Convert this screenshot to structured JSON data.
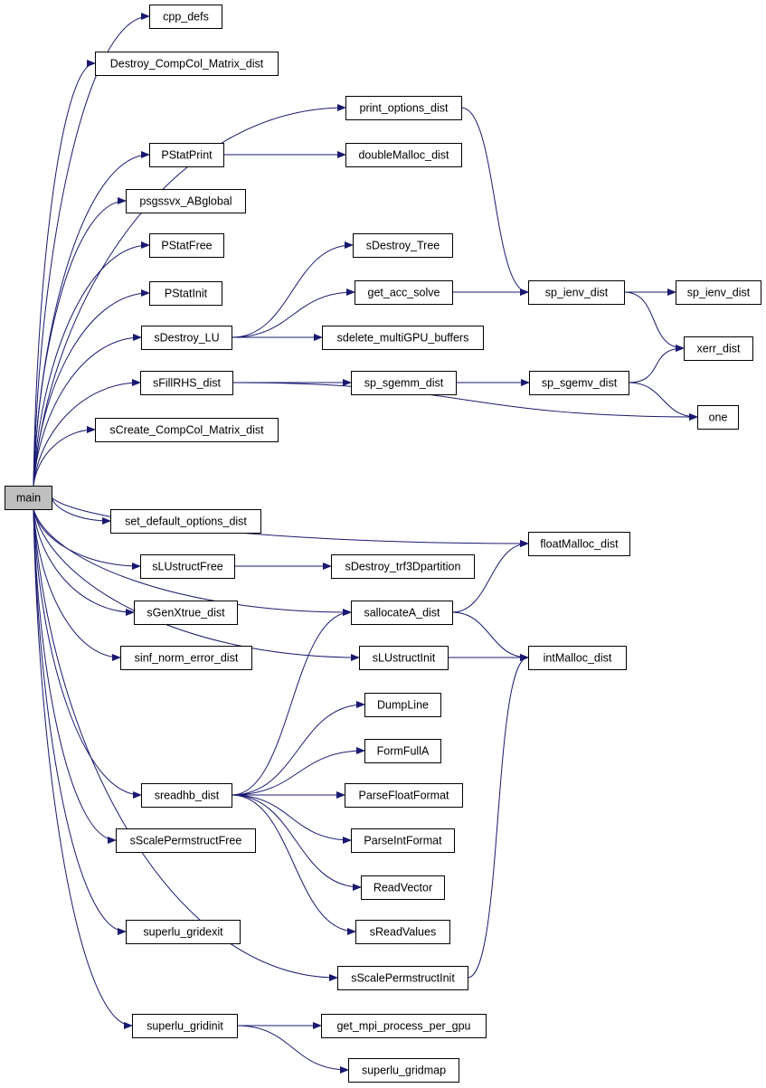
{
  "graph": {
    "colors": {
      "edge": "#191970",
      "node_border": "#000000",
      "node_fill": "#ffffff",
      "root_fill": "#bfbfbf",
      "text": "#000000"
    },
    "root": "main",
    "nodes": [
      {
        "id": "main",
        "label": "main"
      },
      {
        "id": "cpp_defs",
        "label": "cpp_defs"
      },
      {
        "id": "Destroy_CompCol_Matrix_dist",
        "label": "Destroy_CompCol_Matrix_dist"
      },
      {
        "id": "print_options_dist",
        "label": "print_options_dist"
      },
      {
        "id": "PStatPrint",
        "label": "PStatPrint"
      },
      {
        "id": "doubleMalloc_dist",
        "label": "doubleMalloc_dist"
      },
      {
        "id": "psgssvx_ABglobal",
        "label": "psgssvx_ABglobal"
      },
      {
        "id": "PStatFree",
        "label": "PStatFree"
      },
      {
        "id": "sDestroy_Tree",
        "label": "sDestroy_Tree"
      },
      {
        "id": "PStatInit",
        "label": "PStatInit"
      },
      {
        "id": "get_acc_solve",
        "label": "get_acc_solve"
      },
      {
        "id": "sp_ienv_dist",
        "label": "sp_ienv_dist"
      },
      {
        "id": "sp_ienv_dist_ext",
        "label": "sp_ienv_dist"
      },
      {
        "id": "sDestroy_LU",
        "label": "sDestroy_LU"
      },
      {
        "id": "sdelete_multiGPU_buffers",
        "label": "sdelete_multiGPU_buffers"
      },
      {
        "id": "xerr_dist",
        "label": "xerr_dist"
      },
      {
        "id": "sFillRHS_dist",
        "label": "sFillRHS_dist"
      },
      {
        "id": "sp_sgemm_dist",
        "label": "sp_sgemm_dist"
      },
      {
        "id": "sp_sgemv_dist",
        "label": "sp_sgemv_dist"
      },
      {
        "id": "one",
        "label": "one"
      },
      {
        "id": "sCreate_CompCol_Matrix_dist",
        "label": "sCreate_CompCol_Matrix_dist"
      },
      {
        "id": "set_default_options_dist",
        "label": "set_default_options_dist"
      },
      {
        "id": "floatMalloc_dist",
        "label": "floatMalloc_dist"
      },
      {
        "id": "sLUstructFree",
        "label": "sLUstructFree"
      },
      {
        "id": "sDestroy_trf3Dpartition",
        "label": "sDestroy_trf3Dpartition"
      },
      {
        "id": "sGenXtrue_dist",
        "label": "sGenXtrue_dist"
      },
      {
        "id": "sallocateA_dist",
        "label": "sallocateA_dist"
      },
      {
        "id": "sinf_norm_error_dist",
        "label": "sinf_norm_error_dist"
      },
      {
        "id": "sLUstructInit",
        "label": "sLUstructInit"
      },
      {
        "id": "intMalloc_dist",
        "label": "intMalloc_dist"
      },
      {
        "id": "DumpLine",
        "label": "DumpLine"
      },
      {
        "id": "FormFullA",
        "label": "FormFullA"
      },
      {
        "id": "sreadhb_dist",
        "label": "sreadhb_dist"
      },
      {
        "id": "ParseFloatFormat",
        "label": "ParseFloatFormat"
      },
      {
        "id": "sScalePermstructFree",
        "label": "sScalePermstructFree"
      },
      {
        "id": "ParseIntFormat",
        "label": "ParseIntFormat"
      },
      {
        "id": "ReadVector",
        "label": "ReadVector"
      },
      {
        "id": "superlu_gridexit",
        "label": "superlu_gridexit"
      },
      {
        "id": "sReadValues",
        "label": "sReadValues"
      },
      {
        "id": "sScalePermstructInit",
        "label": "sScalePermstructInit"
      },
      {
        "id": "superlu_gridinit",
        "label": "superlu_gridinit"
      },
      {
        "id": "get_mpi_process_per_gpu",
        "label": "get_mpi_process_per_gpu"
      },
      {
        "id": "superlu_gridmap",
        "label": "superlu_gridmap"
      }
    ],
    "edges": [
      [
        "main",
        "cpp_defs"
      ],
      [
        "main",
        "Destroy_CompCol_Matrix_dist"
      ],
      [
        "main",
        "print_options_dist"
      ],
      [
        "main",
        "PStatPrint"
      ],
      [
        "main",
        "psgssvx_ABglobal"
      ],
      [
        "main",
        "PStatFree"
      ],
      [
        "main",
        "PStatInit"
      ],
      [
        "main",
        "sDestroy_LU"
      ],
      [
        "main",
        "sFillRHS_dist"
      ],
      [
        "main",
        "sCreate_CompCol_Matrix_dist"
      ],
      [
        "main",
        "floatMalloc_dist"
      ],
      [
        "main",
        "set_default_options_dist"
      ],
      [
        "main",
        "sLUstructFree"
      ],
      [
        "main",
        "sGenXtrue_dist"
      ],
      [
        "main",
        "sinf_norm_error_dist"
      ],
      [
        "main",
        "sallocateA_dist"
      ],
      [
        "main",
        "sLUstructInit"
      ],
      [
        "main",
        "sreadhb_dist"
      ],
      [
        "main",
        "sScalePermstructFree"
      ],
      [
        "main",
        "superlu_gridexit"
      ],
      [
        "main",
        "sScalePermstructInit"
      ],
      [
        "main",
        "superlu_gridinit"
      ],
      [
        "print_options_dist",
        "sp_ienv_dist"
      ],
      [
        "PStatPrint",
        "doubleMalloc_dist"
      ],
      [
        "sDestroy_LU",
        "sDestroy_Tree"
      ],
      [
        "sDestroy_LU",
        "get_acc_solve"
      ],
      [
        "sDestroy_LU",
        "sdelete_multiGPU_buffers"
      ],
      [
        "get_acc_solve",
        "sp_ienv_dist"
      ],
      [
        "sp_ienv_dist",
        "sp_ienv_dist_ext"
      ],
      [
        "sp_ienv_dist",
        "xerr_dist"
      ],
      [
        "sFillRHS_dist",
        "sp_sgemm_dist"
      ],
      [
        "sFillRHS_dist",
        "one"
      ],
      [
        "sp_sgemm_dist",
        "sp_sgemv_dist"
      ],
      [
        "sp_sgemv_dist",
        "xerr_dist"
      ],
      [
        "sp_sgemv_dist",
        "one"
      ],
      [
        "sLUstructFree",
        "sDestroy_trf3Dpartition"
      ],
      [
        "sallocateA_dist",
        "floatMalloc_dist"
      ],
      [
        "sallocateA_dist",
        "intMalloc_dist"
      ],
      [
        "sLUstructInit",
        "intMalloc_dist"
      ],
      [
        "sreadhb_dist",
        "sallocateA_dist"
      ],
      [
        "sreadhb_dist",
        "DumpLine"
      ],
      [
        "sreadhb_dist",
        "FormFullA"
      ],
      [
        "sreadhb_dist",
        "ParseFloatFormat"
      ],
      [
        "sreadhb_dist",
        "ParseIntFormat"
      ],
      [
        "sreadhb_dist",
        "ReadVector"
      ],
      [
        "sreadhb_dist",
        "sReadValues"
      ],
      [
        "sScalePermstructInit",
        "intMalloc_dist"
      ],
      [
        "superlu_gridinit",
        "get_mpi_process_per_gpu"
      ],
      [
        "superlu_gridinit",
        "superlu_gridmap"
      ]
    ]
  }
}
